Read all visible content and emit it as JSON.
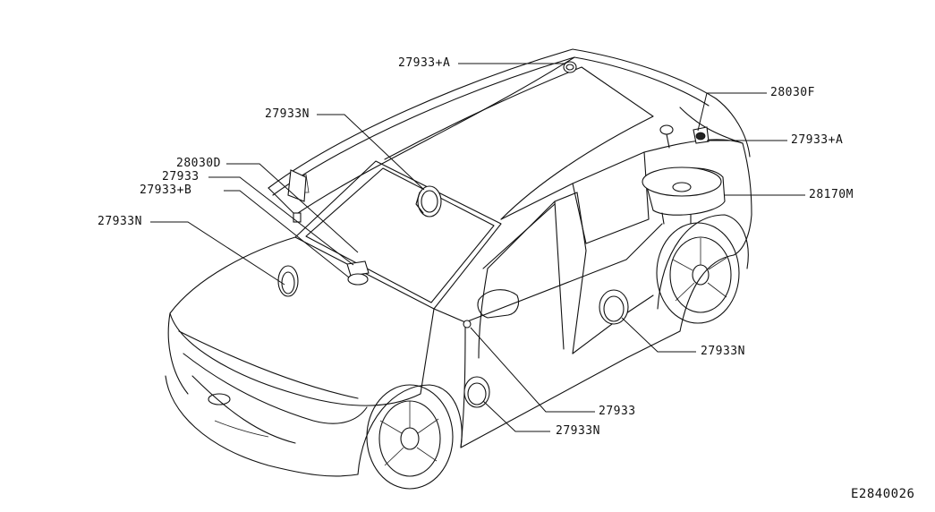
{
  "callouts": [
    {
      "id": "roof-front",
      "text": "27933+A"
    },
    {
      "id": "windshield-speaker",
      "text": "27933N"
    },
    {
      "id": "rear-antenna-amp",
      "text": "28030F"
    },
    {
      "id": "rear-roof",
      "text": "27933+A"
    },
    {
      "id": "dash-amp",
      "text": "28030D"
    },
    {
      "id": "dash-tweeter",
      "text": "27933"
    },
    {
      "id": "dash-center",
      "text": "27933+B"
    },
    {
      "id": "front-door-speaker",
      "text": "27933N"
    },
    {
      "id": "subwoofer",
      "text": "28170M"
    },
    {
      "id": "rear-door-speaker",
      "text": "27933N"
    },
    {
      "id": "pillar-tweeter",
      "text": "27933"
    },
    {
      "id": "front-lower-speaker",
      "text": "27933N"
    }
  ],
  "figure_code": "E2840026"
}
